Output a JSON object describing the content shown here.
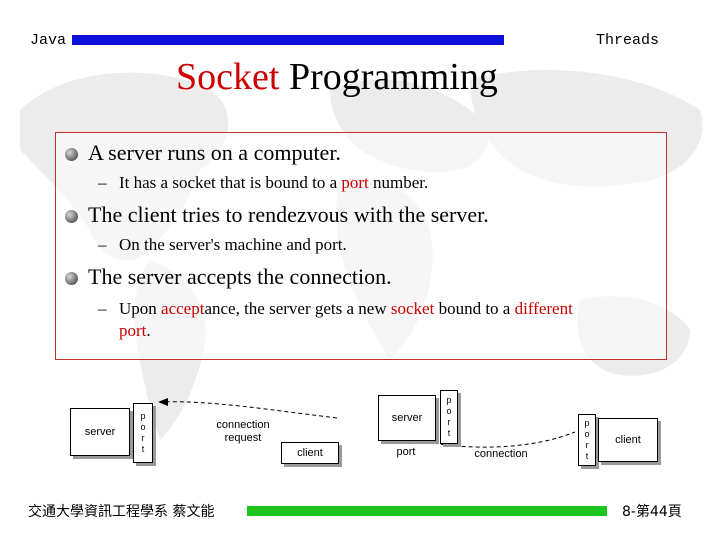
{
  "header": {
    "left": "Java",
    "right": "Threads"
  },
  "title": {
    "highlight": "Socket",
    "rest": "Programming"
  },
  "bullets": [
    {
      "text": "A server runs on a computer.",
      "sub": {
        "pre": "It has a socket that is bound to a ",
        "red": "port",
        "post": " number."
      }
    },
    {
      "text": "The client tries to rendezvous with the server.",
      "sub": {
        "text": "On the server's machine and port."
      }
    },
    {
      "text": "The server accepts the connection.",
      "sub": {
        "p1": "Upon ",
        "r1": "accept",
        "p2": "ance, the server gets a new ",
        "r2": "socket",
        "p3": " bound to a ",
        "r3": "different",
        "r4": "port",
        "p4": "."
      }
    }
  ],
  "diagram": {
    "left": {
      "server": "server",
      "port_letters": [
        "p",
        "o",
        "r",
        "t"
      ],
      "conn_line1": "connection",
      "conn_line2": "request",
      "client": "client"
    },
    "right": {
      "server": "server",
      "port_letters": [
        "p",
        "o",
        "r",
        "t"
      ],
      "port_label": "port",
      "connection": "connection",
      "client_port_letters": [
        "p",
        "o",
        "r",
        "t"
      ],
      "client": "client"
    }
  },
  "footer": {
    "left": "交通大學資訊工程學系 蔡文能",
    "right": "8-第44頁"
  },
  "colors": {
    "header_bar": "#0a10d8",
    "footer_bar": "#1ec41e",
    "accent_red": "#cc0000",
    "box_border": "#c63030"
  }
}
